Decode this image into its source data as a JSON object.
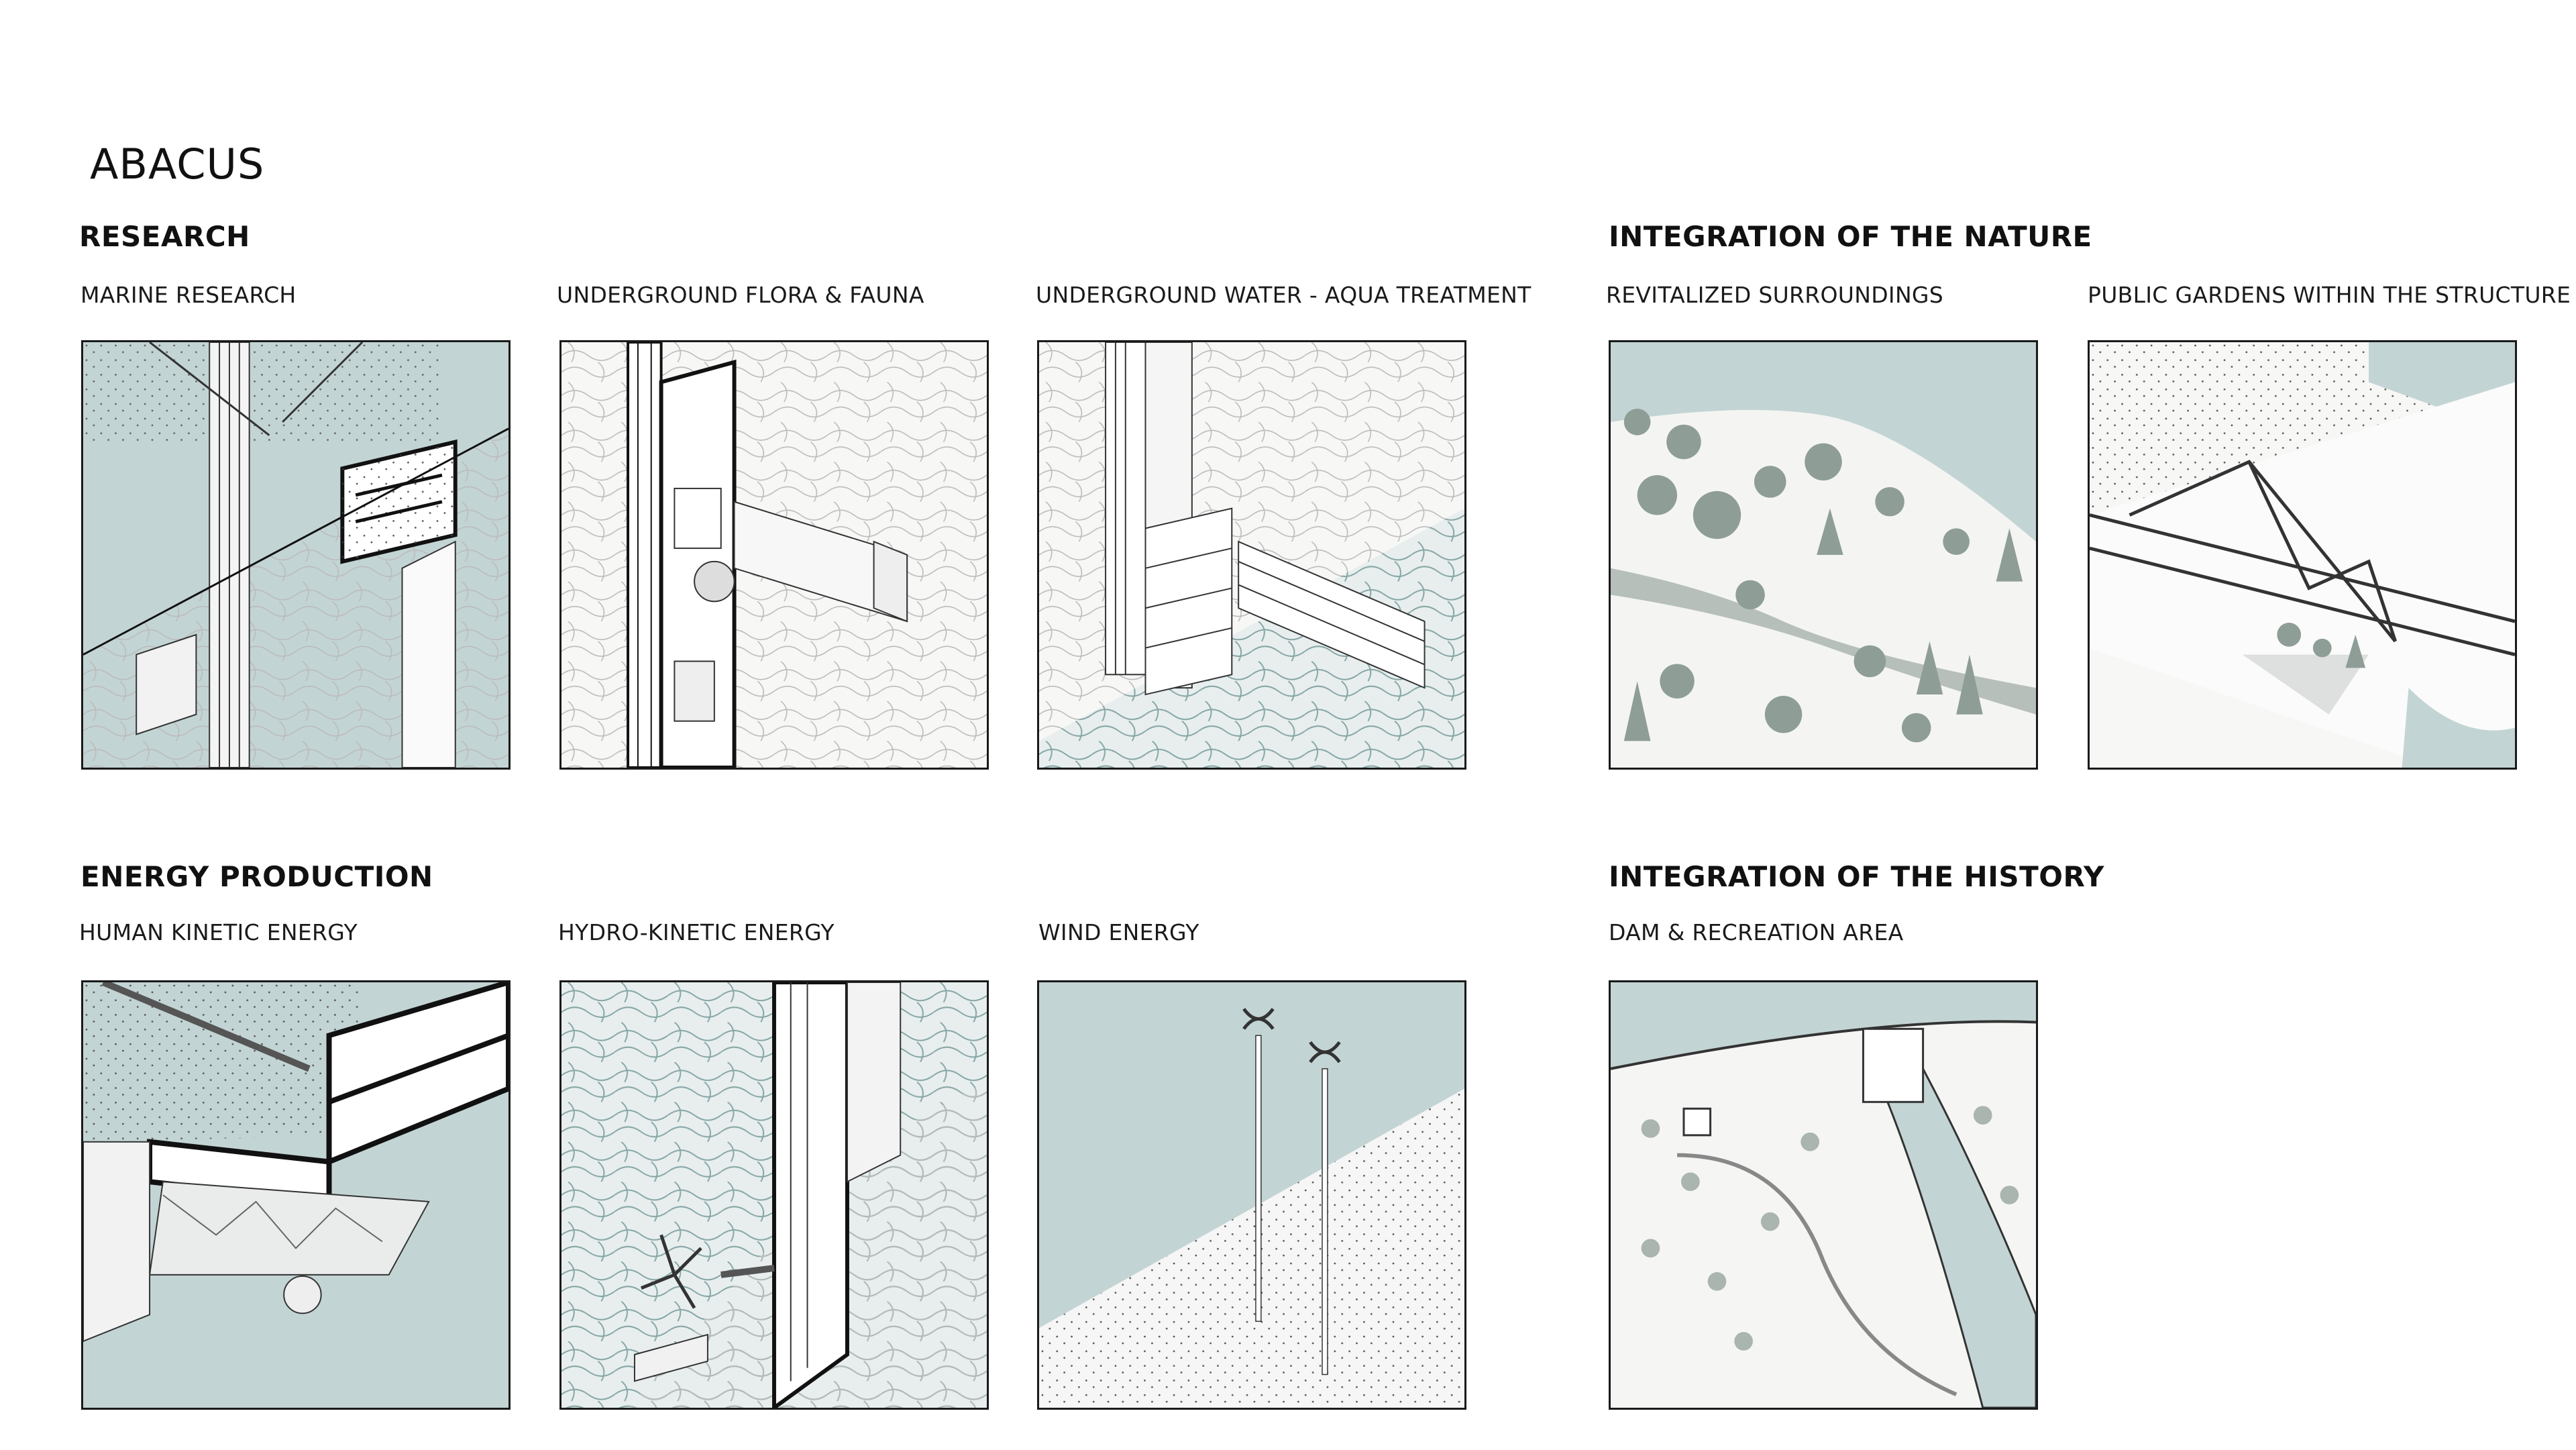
{
  "title": "ABACUS",
  "sections": {
    "research": "RESEARCH",
    "nature": "INTEGRATION OF THE NATURE",
    "energy": "ENERGY PRODUCTION",
    "history": "INTEGRATION OF THE HISTORY"
  },
  "panels": {
    "marine": "MARINE RESEARCH",
    "flora": "UNDERGROUND FLORA & FAUNA",
    "water": "UNDERGROUND WATER - AQUA TREATMENT",
    "surroundings": "REVITALIZED SURROUNDINGS",
    "gardens": "PUBLIC GARDENS WITHIN THE STRUCTURE",
    "kinetic": "HUMAN KINETIC ENERGY",
    "hydro": "HYDRO-KINETIC ENERGY",
    "wind": "WIND ENERGY",
    "dam": "DAM & RECREATION AREA"
  },
  "colors": {
    "water": "#c3d4d4",
    "vegetation": "#8e9e96",
    "line": "#1a1a1a",
    "paper": "#f7f7f6"
  }
}
